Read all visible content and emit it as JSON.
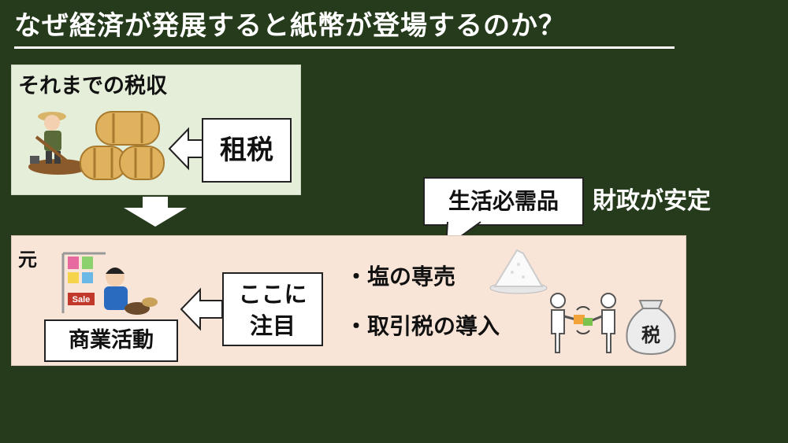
{
  "title": "なぜ経済が発展すると紙幣が登場するのか？",
  "top_panel": {
    "heading": "それまでの税収",
    "tax_label": "租税"
  },
  "bottom_panel": {
    "heading": "元",
    "commerce_label": "商業活動",
    "focus_label_line1": "ここに",
    "focus_label_line2": "注目",
    "bullet_1": "・塩の専売",
    "bullet_2": "・取引税の導入",
    "sale_tag": "Sale",
    "tax_bag_label": "税"
  },
  "callout": {
    "bubble_text": "生活必需品",
    "result_text": "財政が安定"
  },
  "colors": {
    "background": "#253b1c",
    "top_panel": "#e4eed9",
    "bottom_panel": "#f8e5d8",
    "arrow": "#ffffff"
  },
  "icons": [
    "farmer-icon",
    "rice-bales-icon",
    "market-stall-icon",
    "salt-pile-icon",
    "trade-people-icon",
    "tax-bag-icon"
  ]
}
